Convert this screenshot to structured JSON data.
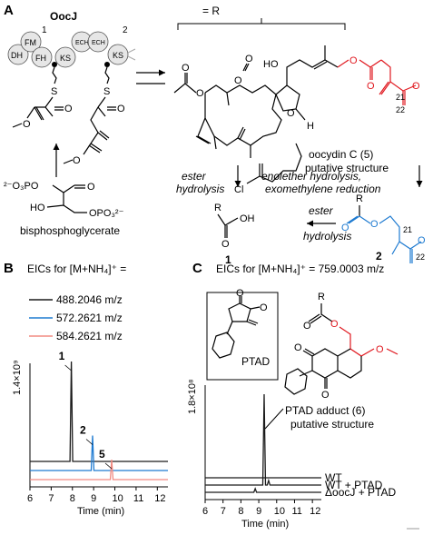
{
  "panels": {
    "a": "A",
    "b": "B",
    "c": "C"
  },
  "panel_a": {
    "enzyme": "OocJ",
    "module_number_1": "1",
    "module_number_2": "2",
    "domains": [
      "DH",
      "FM",
      "FH",
      "KS",
      "ECH",
      "ECH",
      "KS"
    ],
    "r_equals": "= R",
    "precursor": "bisphosphoglycerate",
    "precursor_formula_top": "²⁻O₃PO",
    "precursor_formula_bottom": "OPO₃²⁻",
    "precursor_ho": "HO",
    "compound_name": "oocydin C (5)",
    "compound_note": "putative structure",
    "step_left_1": "ester",
    "step_left_2": "hydrolysis",
    "step_right_1": "enolether hydrolysis,",
    "step_right_2": "exomethylene reduction",
    "step_bottom_1": "ester",
    "step_bottom_2": "hydrolysis",
    "cpd1": "1",
    "cpd2": "2",
    "atoms": {
      "O": "O",
      "OH": "OH",
      "HO": "HO",
      "H": "H",
      "Cl": "Cl",
      "R": "R",
      "n21": "21",
      "n22": "22"
    }
  },
  "panel_b": {
    "title": "EICs for [M+NH₄]⁺ =",
    "legend": [
      {
        "label": "488.2046 m/z",
        "color": "#1a1a1a"
      },
      {
        "label": "572.2621 m/z",
        "color": "#1f7bd1"
      },
      {
        "label": "584.2621 m/z",
        "color": "#f28b82"
      }
    ],
    "peak_labels": [
      "1",
      "2",
      "5"
    ],
    "y_label": "1.4×10⁹",
    "x_label": "Time (min)"
  },
  "panel_c": {
    "title": "EICs for [M+NH₄]⁺ = 759.0003 m/z",
    "ptad": "PTAD",
    "adduct_name": "PTAD adduct (6)",
    "adduct_note": "putative structure",
    "traces": [
      "WT",
      "WT + PTAD",
      "ΔoocJ + PTAD"
    ],
    "y_label": "1.8×10⁸",
    "x_label": "Time (min)"
  },
  "chart_data": [
    {
      "type": "line",
      "title": "EICs for [M+NH4]+ =",
      "xlabel": "Time (min)",
      "ylabel": "1.4×10^9",
      "xlim": [
        6,
        12.5
      ],
      "x_ticks": [
        6,
        7,
        8,
        9,
        10,
        11,
        12
      ],
      "series": [
        {
          "name": "488.2046 m/z",
          "color": "#1a1a1a",
          "offset": 2,
          "peaks": [
            {
              "x": 7.95,
              "height": 1.0,
              "label": "1"
            }
          ]
        },
        {
          "name": "572.2621 m/z",
          "color": "#1f7bd1",
          "offset": 1,
          "peaks": [
            {
              "x": 8.95,
              "height": 0.35,
              "label": "2"
            }
          ]
        },
        {
          "name": "584.2621 m/z",
          "color": "#f28b82",
          "offset": 0,
          "peaks": [
            {
              "x": 9.85,
              "height": 0.2,
              "label": "5"
            }
          ]
        }
      ]
    },
    {
      "type": "line",
      "title": "EICs for [M+NH4]+ = 759.0003 m/z",
      "xlabel": "Time (min)",
      "ylabel": "1.8×10^8",
      "xlim": [
        6,
        12.5
      ],
      "x_ticks": [
        6,
        7,
        8,
        9,
        10,
        11,
        12
      ],
      "series": [
        {
          "name": "WT",
          "color": "#1a1a1a",
          "offset": 2,
          "peaks": []
        },
        {
          "name": "WT + PTAD",
          "color": "#1a1a1a",
          "offset": 1,
          "peaks": [
            {
              "x": 9.3,
              "height": 1.0,
              "label": ""
            },
            {
              "x": 9.55,
              "height": 0.05,
              "label": ""
            }
          ]
        },
        {
          "name": "ΔoocJ + PTAD",
          "color": "#1a1a1a",
          "offset": 0,
          "peaks": [
            {
              "x": 8.8,
              "height": 0.04,
              "label": ""
            }
          ]
        }
      ]
    }
  ]
}
